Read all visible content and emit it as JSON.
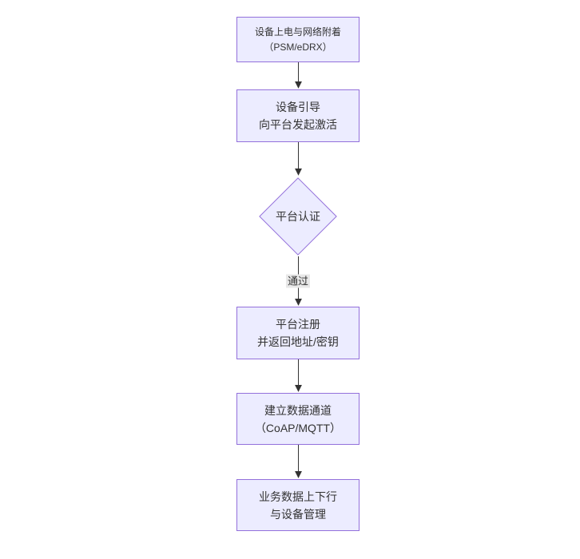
{
  "diagram": {
    "nodes": [
      {
        "id": "power-attach",
        "shape": "rect",
        "lines": [
          "设备上电与网络附着",
          "（PSM/eDRX）"
        ]
      },
      {
        "id": "bootstrap",
        "shape": "rect",
        "lines": [
          "设备引导",
          "向平台发起激活"
        ]
      },
      {
        "id": "platform-auth",
        "shape": "diamond",
        "lines": [
          "平台认证"
        ]
      },
      {
        "id": "platform-register",
        "shape": "rect",
        "lines": [
          "平台注册",
          "并返回地址/密钥"
        ]
      },
      {
        "id": "data-channel",
        "shape": "rect",
        "lines": [
          "建立数据通道",
          "（CoAP/MQTT）"
        ]
      },
      {
        "id": "business-data",
        "shape": "rect",
        "lines": [
          "业务数据上下行",
          "与设备管理"
        ]
      }
    ],
    "edge_labels": [
      {
        "text": "通过"
      }
    ]
  },
  "colors": {
    "node_fill": "#ECECFF",
    "node_border": "#9370DB",
    "text_color": "#333333",
    "line_color": "#333333",
    "label_bg": "#e8e8e8"
  }
}
